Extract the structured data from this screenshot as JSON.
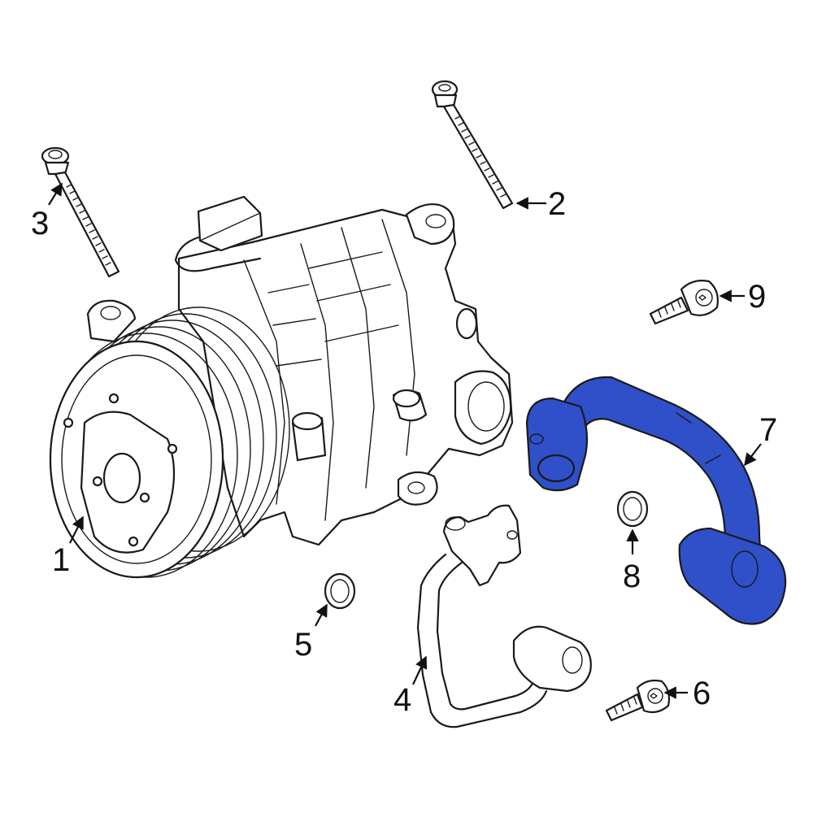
{
  "colors": {
    "line": "#1a1a1a",
    "background": "#ffffff",
    "highlight": "#2f50c8"
  },
  "callouts": [
    {
      "id": "1",
      "label": "1",
      "part": "a/c compressor"
    },
    {
      "id": "2",
      "label": "2",
      "part": "long bolt"
    },
    {
      "id": "3",
      "label": "3",
      "part": "long bolt"
    },
    {
      "id": "4",
      "label": "4",
      "part": "refrigerant line"
    },
    {
      "id": "5",
      "label": "5",
      "part": "o-ring"
    },
    {
      "id": "6",
      "label": "6",
      "part": "bolt"
    },
    {
      "id": "7",
      "label": "7",
      "part": "refrigerant hose",
      "highlighted": true
    },
    {
      "id": "8",
      "label": "8",
      "part": "o-ring"
    },
    {
      "id": "9",
      "label": "9",
      "part": "bolt"
    }
  ]
}
